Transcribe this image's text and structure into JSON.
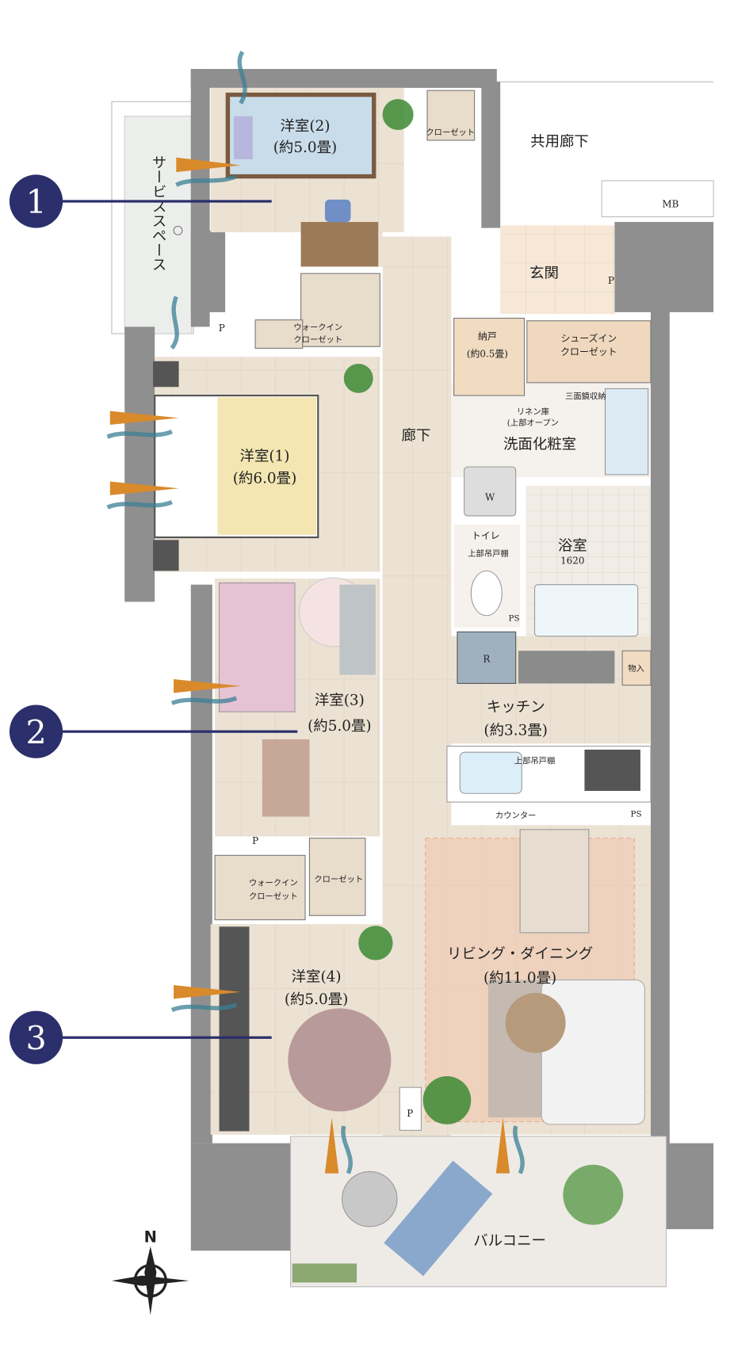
{
  "colors": {
    "marker": "#2b2f6b",
    "wall": "#8f8f8f",
    "floor": "#ece2d3",
    "tile": "#f4ebe0",
    "rug": "#f0c9b0",
    "accent_arrow": "#d98a2b",
    "wind": "#3b7f95"
  },
  "markers": [
    {
      "label": "1"
    },
    {
      "label": "2"
    },
    {
      "label": "3"
    }
  ],
  "outside": {
    "common_corridor": "共用廊下",
    "mb": "MB",
    "service_space": "サービススペース"
  },
  "rooms": {
    "western2": {
      "name": "洋室(2)",
      "size": "(約5.0畳)"
    },
    "western1": {
      "name": "洋室(1)",
      "size": "(約6.0畳)"
    },
    "western3": {
      "name": "洋室(3)",
      "size": "(約5.0畳)"
    },
    "western4": {
      "name": "洋室(4)",
      "size": "(約5.0畳)"
    },
    "entrance": "玄関",
    "corridor": "廊下",
    "storage": {
      "name": "納戸",
      "size": "(約0.5畳)"
    },
    "shoe_closet": [
      "シューズイン",
      "クローゼット"
    ],
    "washroom": "洗面化粧室",
    "mirror_storage": "三面鏡収納",
    "linen": [
      "リネン庫",
      "(上部オープン"
    ],
    "washer": "W",
    "bath": {
      "name": "浴室",
      "size": "1620"
    },
    "toilet": {
      "name": "トイレ",
      "note": "上部吊戸棚"
    },
    "fridge": "R",
    "storage_kitchen": "物入",
    "kitchen": {
      "name": "キッチン",
      "size": "(約3.3畳)"
    },
    "kitchen_cabinet": "上部吊戸棚",
    "counter": "カウンター",
    "living": {
      "name": "リビング・ダイニング",
      "size": "(約11.0畳)"
    },
    "balcony": "バルコニー",
    "closet": "クローゼット",
    "walkin1": [
      "ウォークイン",
      "クローゼット"
    ],
    "walkin2": [
      "ウォークイン",
      "クローゼット"
    ]
  },
  "ps_labels": [
    "PS",
    "PS"
  ],
  "p_labels": [
    "P",
    "P",
    "P",
    "P"
  ],
  "compass": {
    "north": "N"
  }
}
